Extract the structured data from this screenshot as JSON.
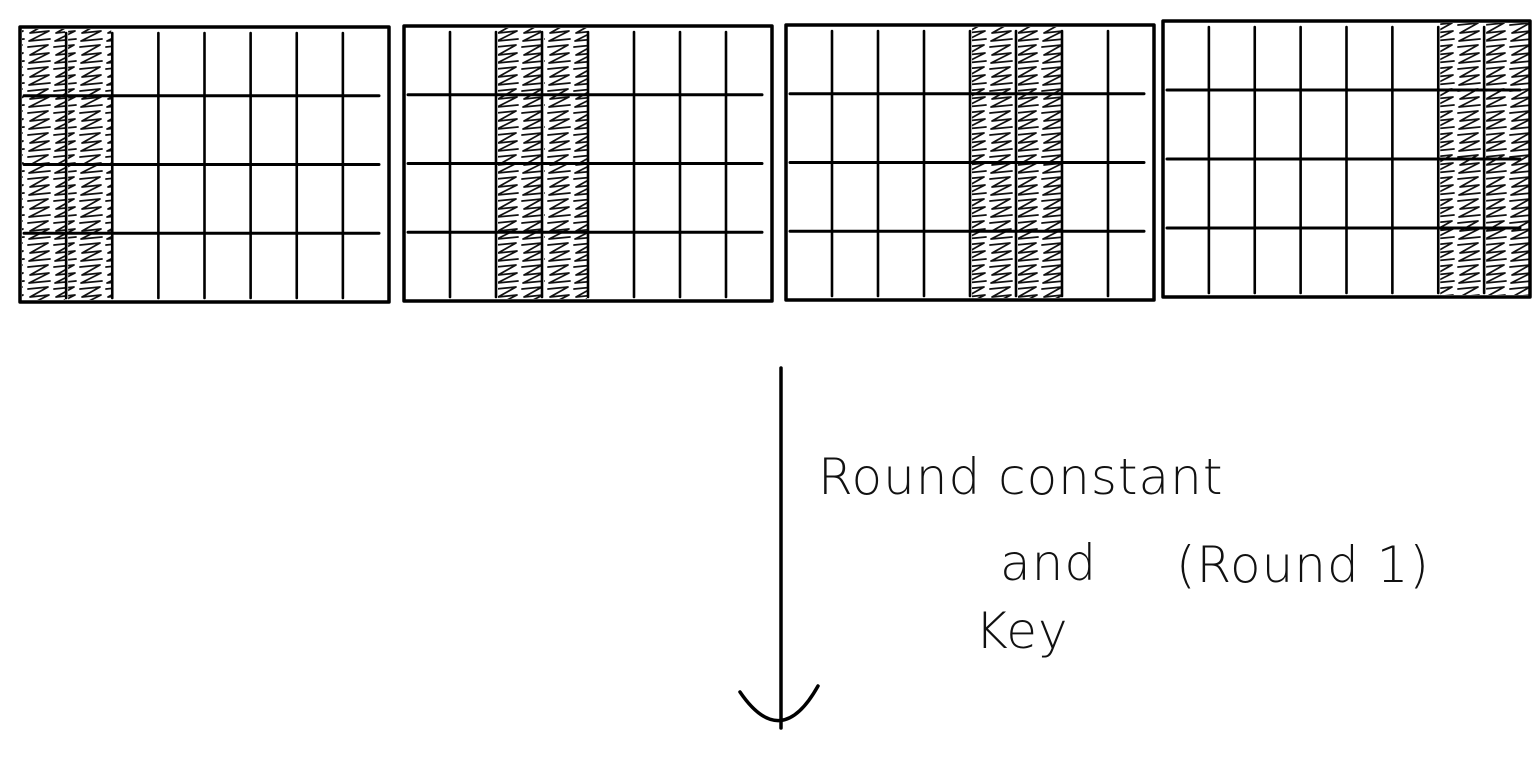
{
  "diagram": {
    "stroke_color": "#000000",
    "background": "#ffffff",
    "grids": [
      {
        "rows": 4,
        "cols": 8,
        "shaded_cols": [
          0,
          1
        ]
      },
      {
        "rows": 4,
        "cols": 8,
        "shaded_cols": [
          2,
          3
        ]
      },
      {
        "rows": 4,
        "cols": 8,
        "shaded_cols": [
          4,
          5
        ]
      },
      {
        "rows": 4,
        "cols": 8,
        "shaded_cols": [
          6,
          7
        ]
      }
    ],
    "arrow": {
      "label_line1": "Round constant",
      "label_line2": "and",
      "label_line3": "Key",
      "round_label": "(Round 1)"
    }
  }
}
